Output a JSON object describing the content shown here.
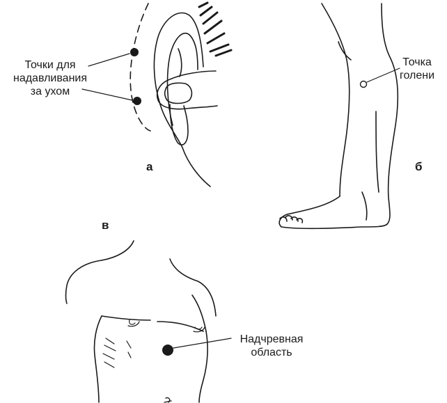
{
  "panels": {
    "a": {
      "letter": "а",
      "label_lines": [
        "Точки для",
        "надавливания",
        "за ухом"
      ]
    },
    "b": {
      "letter": "б",
      "label_lines": [
        "Точка",
        "голени"
      ]
    },
    "v": {
      "letter": "в",
      "label_lines": [
        "Надчревная",
        "область"
      ]
    }
  },
  "colors": {
    "ink": "#1a1a1a",
    "background": "#ffffff"
  }
}
